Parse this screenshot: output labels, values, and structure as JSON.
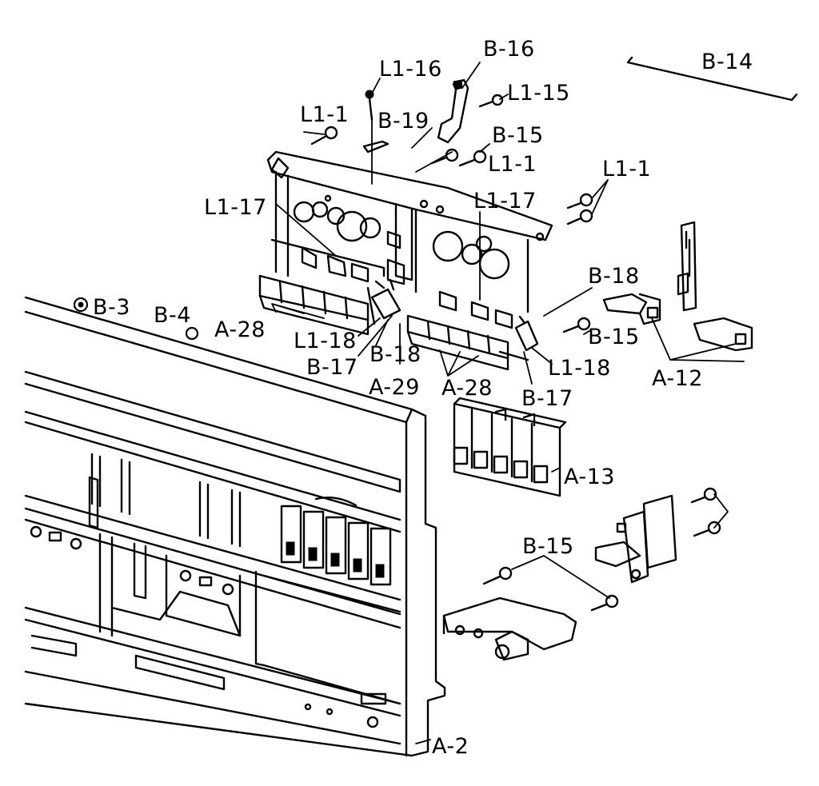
{
  "labels": {
    "B_14": "B-14",
    "B_16": "B-16",
    "L1_16": "L1-16",
    "L1_15": "L1-15",
    "L1_1_top": "L1-1",
    "B_19": "B-19",
    "B_15_top": "B-15",
    "L1_1_mid": "L1-1",
    "L1_1_right": "L1-1",
    "L1_17_left": "L1-17",
    "L1_17_right": "L1-17",
    "B_18_right": "B-18",
    "B_3": "B-3",
    "B_4": "B-4",
    "A_28_left": "A-28",
    "L1_18_left": "L1-18",
    "B_18_left": "B-18",
    "B_17_left": "B-17",
    "A_29": "A-29",
    "A_28_center": "A-28",
    "B_15_right": "B-15",
    "L1_18_right": "L1-18",
    "B_17_right": "B-17",
    "A_12": "A-12",
    "A_13": "A-13",
    "B_15_bottom": "B-15",
    "A_2": "A-2"
  }
}
